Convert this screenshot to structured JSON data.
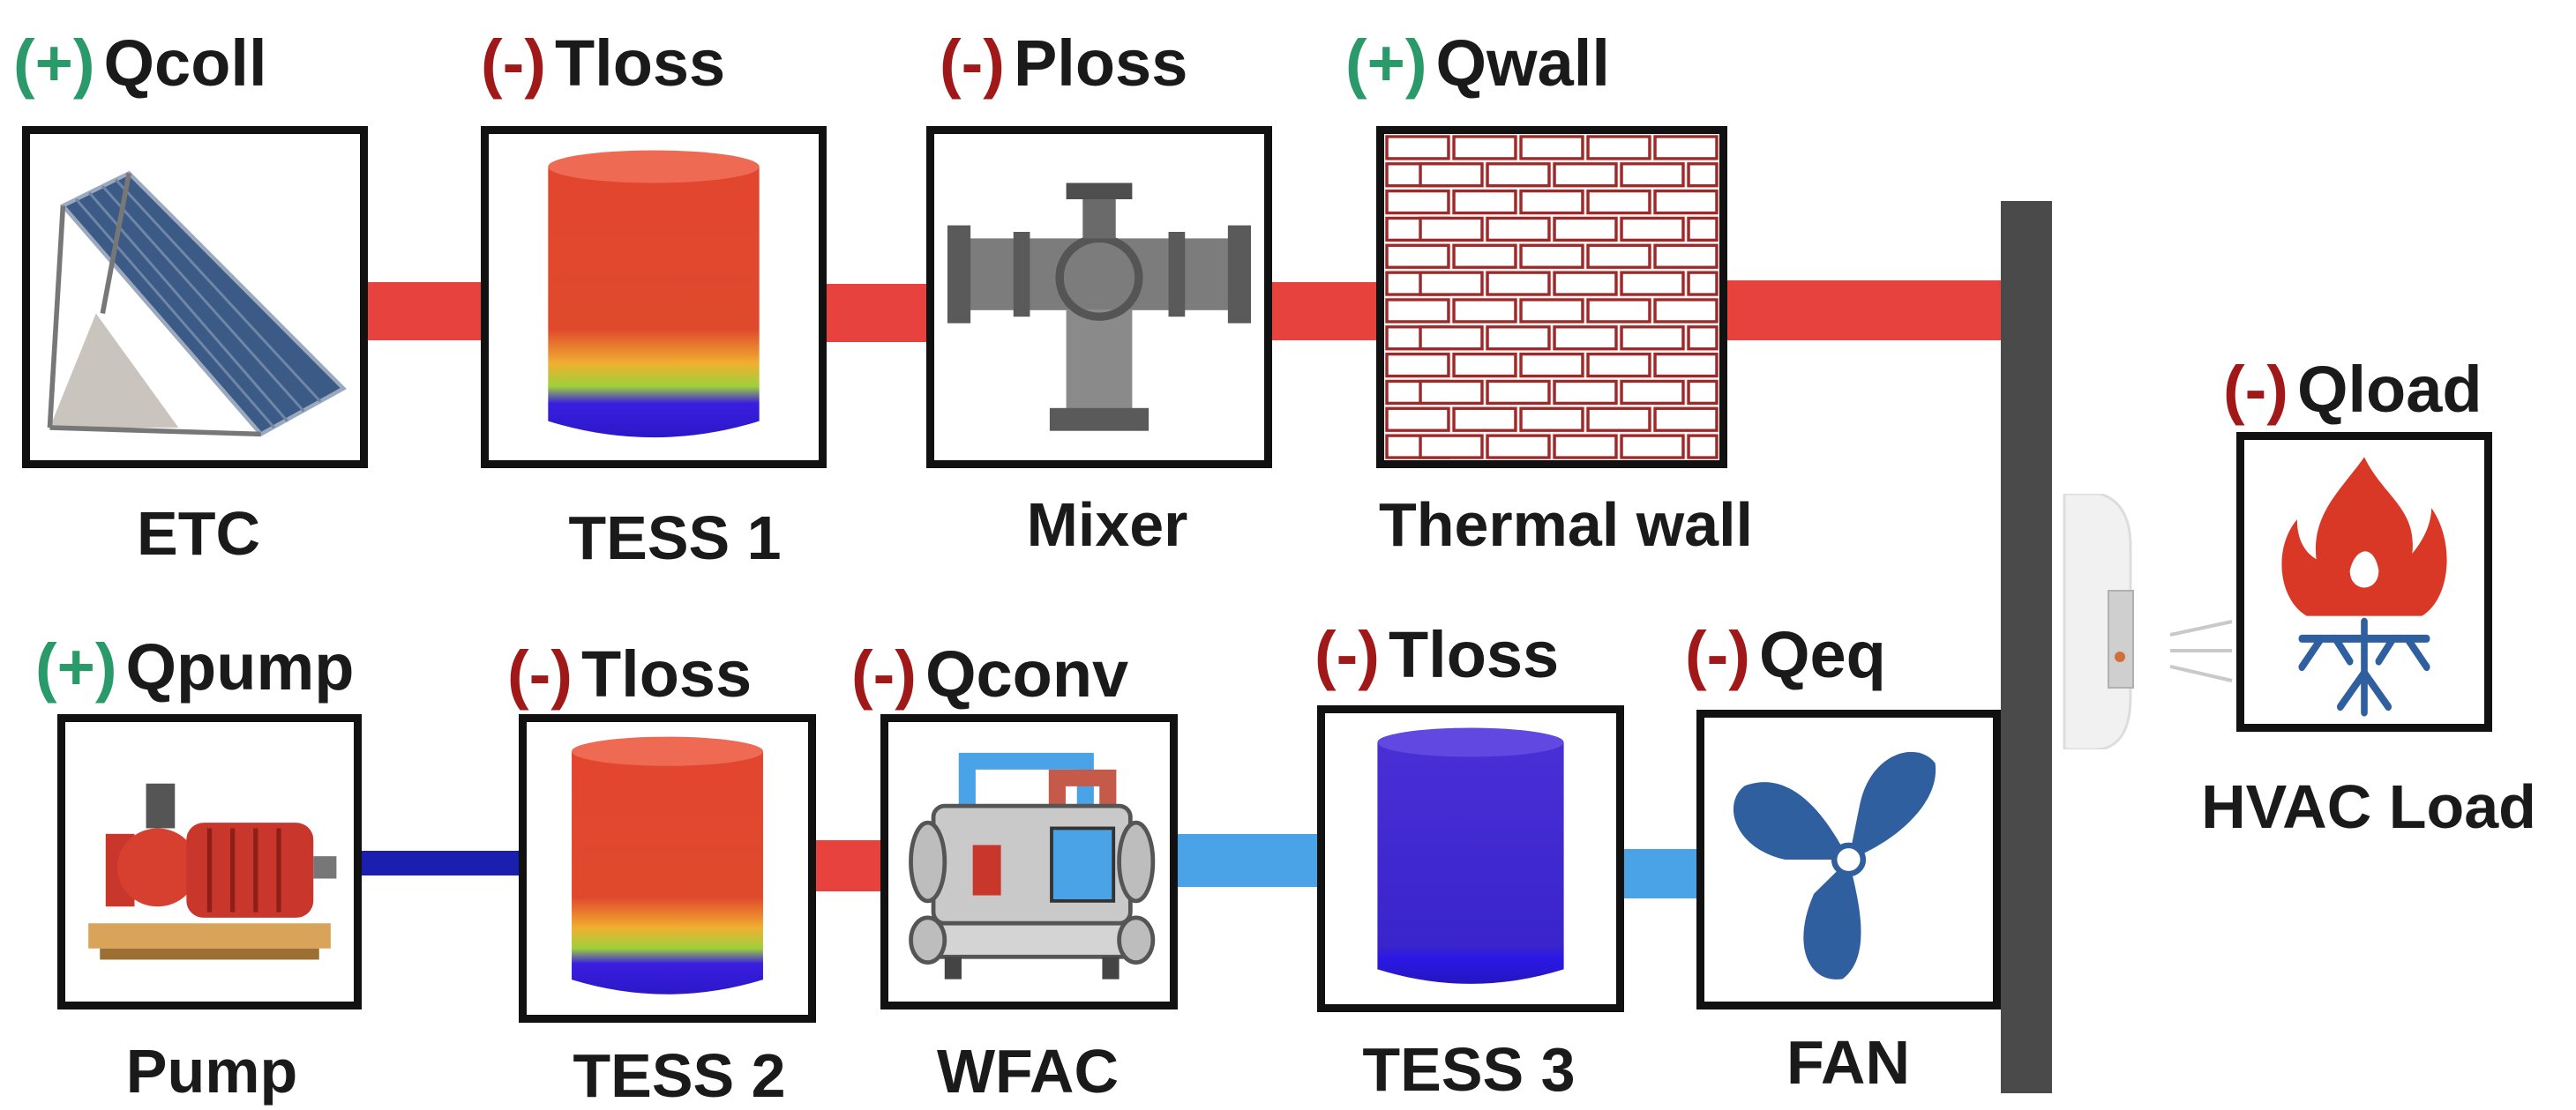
{
  "colors": {
    "hot_pipe": "#e8423f",
    "cold_pipe": "#1b1fb0",
    "light_pipe": "#4aa3e6",
    "positive_sign": "#2a9a6a",
    "negative_sign": "#a01818",
    "busbar": "#4a4a4a"
  },
  "etc": {
    "sign": "(+)",
    "term": "Qcoll",
    "label": "ETC",
    "icon": "solar-collector-icon"
  },
  "tess1": {
    "sign": "(-)",
    "term": "Tloss",
    "label": "TESS 1",
    "icon": "storage-tank-icon"
  },
  "mixer": {
    "sign": "(-)",
    "term": "Ploss",
    "label": "Mixer",
    "icon": "mixer-valve-icon"
  },
  "thermal_wall": {
    "sign": "(+)",
    "term": "Qwall",
    "label": "Thermal wall",
    "icon": "brick-wall-icon"
  },
  "pump": {
    "sign": "(+)",
    "term": "Qpump",
    "label": "Pump",
    "icon": "pump-icon"
  },
  "tess2": {
    "sign": "(-)",
    "term": "Tloss",
    "label": "TESS 2",
    "icon": "storage-tank-icon"
  },
  "wfac": {
    "sign": "(-)",
    "term": "Qconv",
    "label": "WFAC",
    "icon": "chiller-icon"
  },
  "tess3": {
    "sign": "(-)",
    "term": "Tloss",
    "label": "TESS 3",
    "icon": "storage-tank-icon"
  },
  "fan": {
    "sign": "(-)",
    "term": "Qeq",
    "label": "FAN",
    "icon": "fan-icon"
  },
  "hvac": {
    "sign": "(-)",
    "term": "Qload",
    "label": "HVAC Load",
    "icon": "hot-cold-load-icon"
  }
}
